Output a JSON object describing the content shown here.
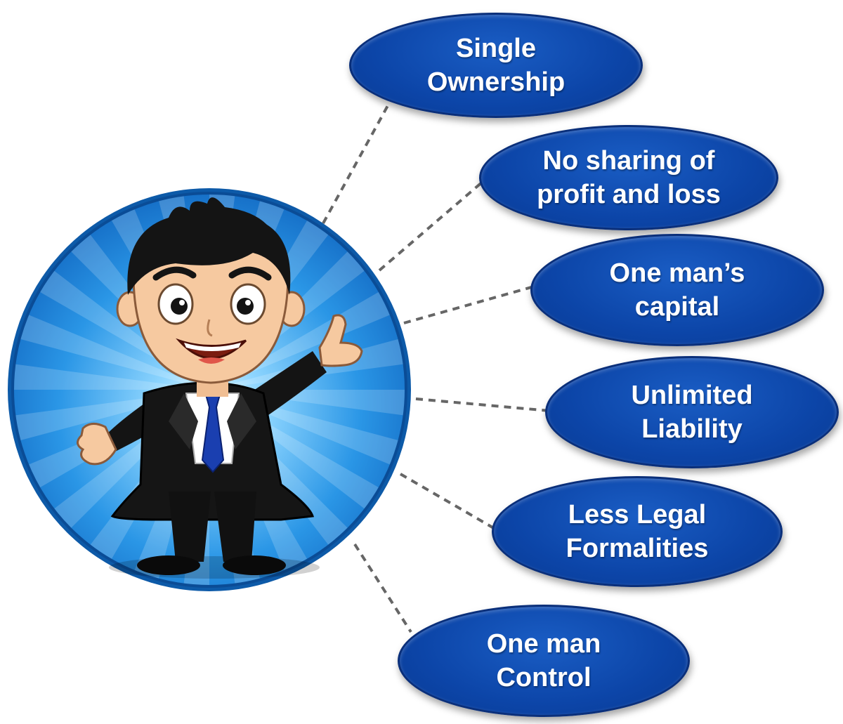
{
  "diagram": {
    "center": {
      "figure": "smiling businessman cartoon presenting with raised hand",
      "icon": "businessman-icon"
    },
    "colors": {
      "bubble_fill": "#0c45a8",
      "bubble_border": "#0a2f7a",
      "circle_light": "#8fd6ff",
      "circle_dark": "#1e86d8",
      "connector": "#666666"
    },
    "features": [
      {
        "label": "Single\nOwnership"
      },
      {
        "label": "No sharing of\nprofit and loss"
      },
      {
        "label": "One man’s\ncapital"
      },
      {
        "label": "Unlimited\nLiability"
      },
      {
        "label": "Less Legal\nFormalities"
      },
      {
        "label": "One man\nControl"
      }
    ]
  }
}
